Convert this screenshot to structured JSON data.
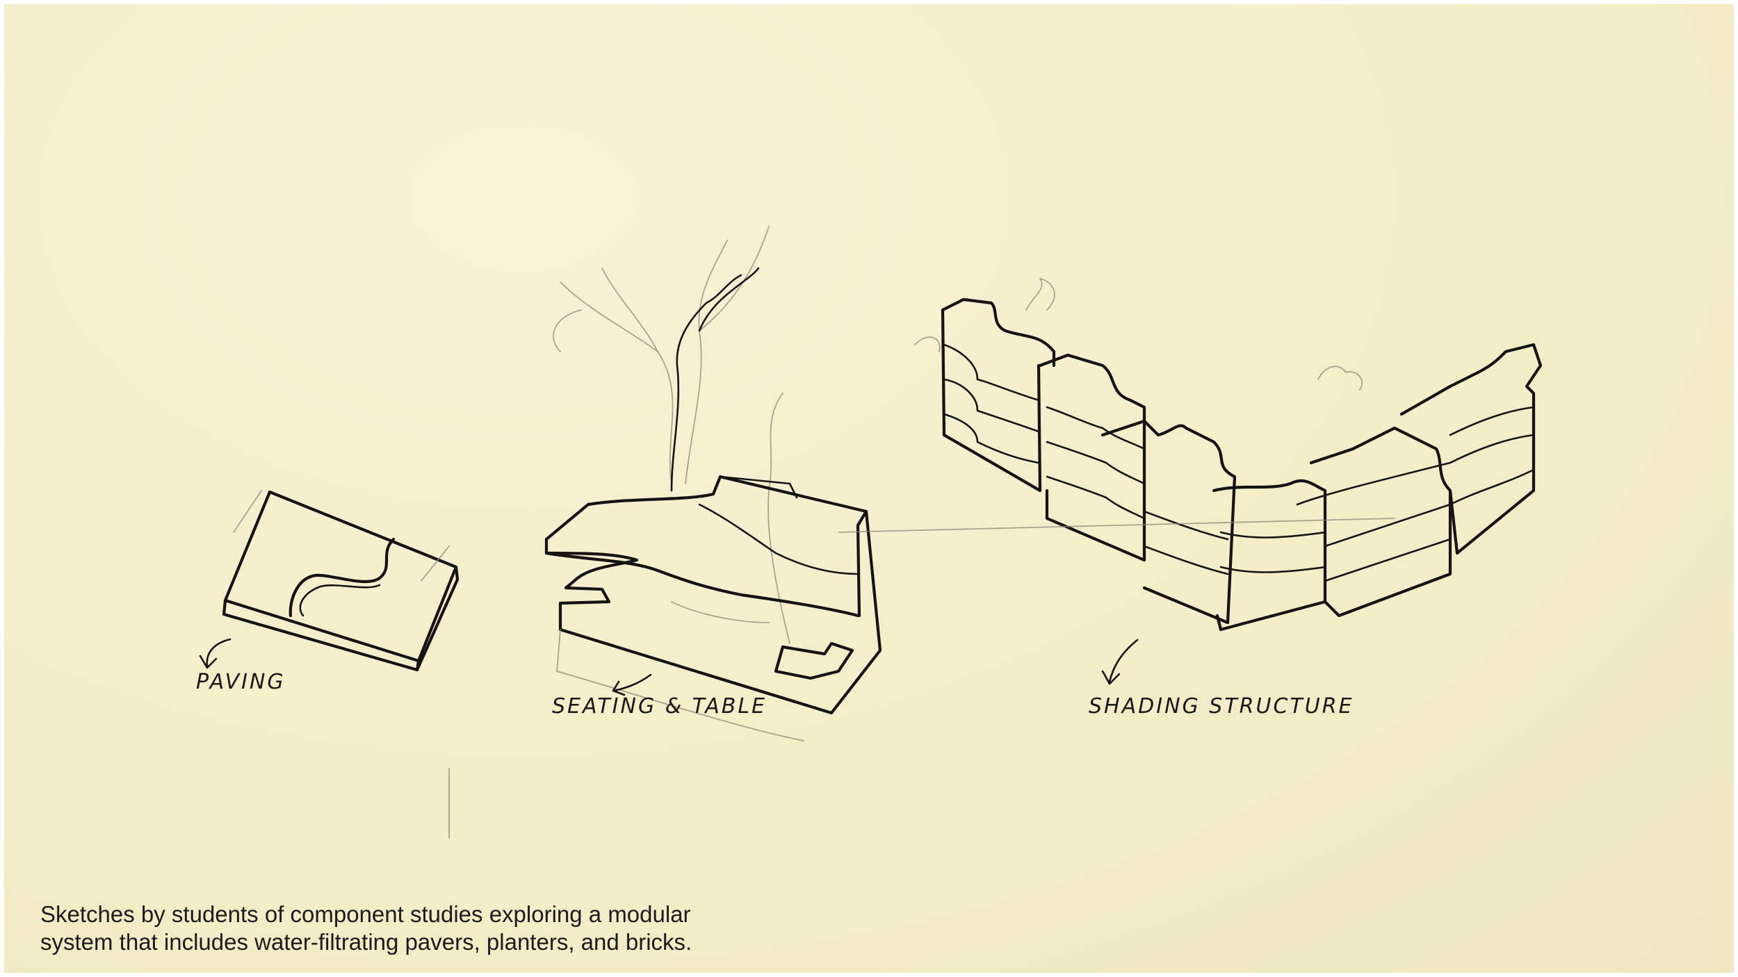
{
  "caption": {
    "line1": "Sketches by students of component studies exploring a modular",
    "line2": "system that includes water-filtrating pavers, planters, and bricks."
  },
  "labels": {
    "paving": "PAVING",
    "seating": "SEATING & TABLE",
    "shading": "SHADING STRUCTURE"
  },
  "colors": {
    "paper": "#f3edc9",
    "ink": "#161412",
    "pencil": "#8f8a78"
  },
  "icons": {
    "paving_arrow": "curved-arrow-icon",
    "seating_arrow": "curved-arrow-icon",
    "shading_arrow": "curved-arrow-icon"
  }
}
